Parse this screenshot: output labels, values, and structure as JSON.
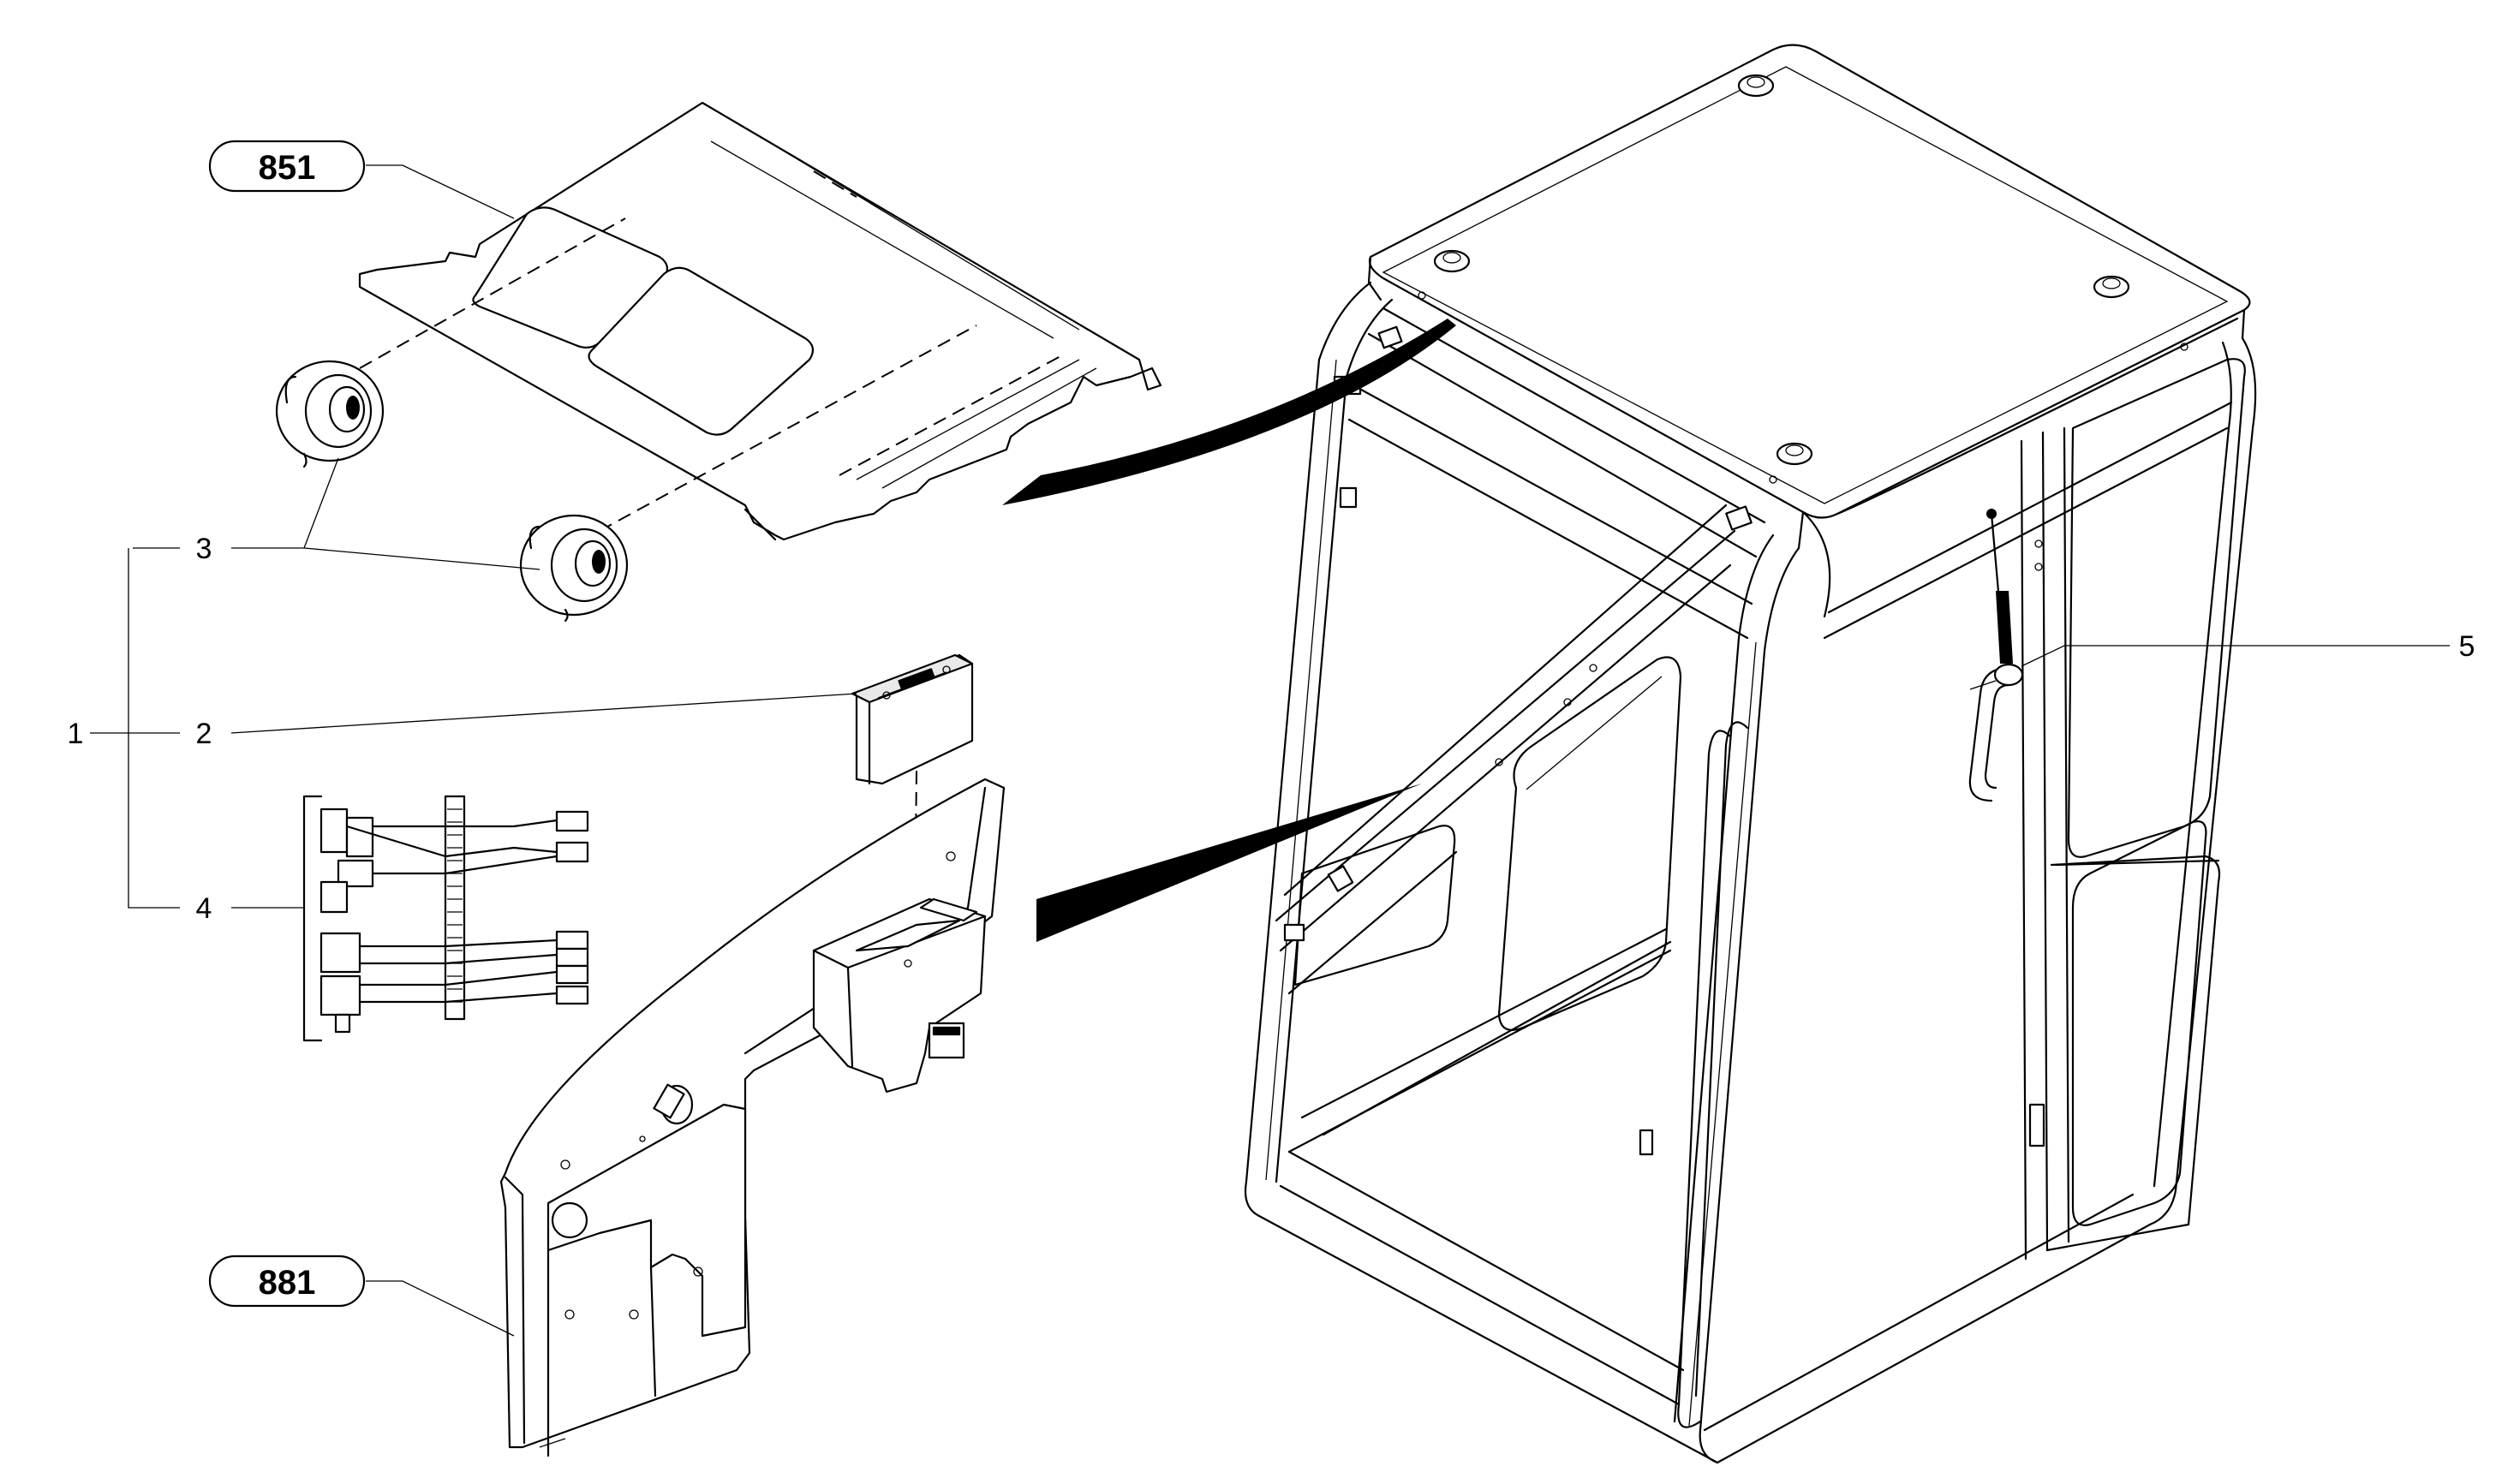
{
  "diagram": {
    "reference_labels": [
      {
        "id": "ref-851",
        "text": "851"
      },
      {
        "id": "ref-881",
        "text": "881"
      }
    ],
    "item_callouts": [
      {
        "id": "item-1",
        "text": "1"
      },
      {
        "id": "item-2",
        "text": "2"
      },
      {
        "id": "item-3",
        "text": "3"
      },
      {
        "id": "item-4",
        "text": "4"
      },
      {
        "id": "item-5",
        "text": "5"
      }
    ]
  }
}
